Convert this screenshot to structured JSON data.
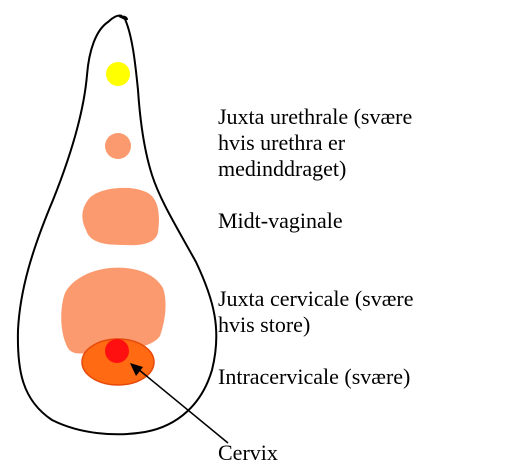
{
  "colors": {
    "outline": "#000000",
    "yellow_spot": "#ffff00",
    "salmon_lesion": "#fb9a6e",
    "cervix_fill": "#ff6a12",
    "cervix_stroke": "#e64a0a",
    "cervical_os": "#ff1010"
  },
  "labels": {
    "juxta_urethrale": {
      "line1": "Juxta urethrale (svære",
      "line2": "hvis urethra er",
      "line3": "medinddraget)"
    },
    "midt_vaginale": "Midt-vaginale",
    "juxta_cervicale": {
      "line1": "Juxta cervicale (svære",
      "line2": "hvis store)"
    },
    "intracervicale": "Intracervicale (svære)",
    "cervix": "Cervix"
  }
}
